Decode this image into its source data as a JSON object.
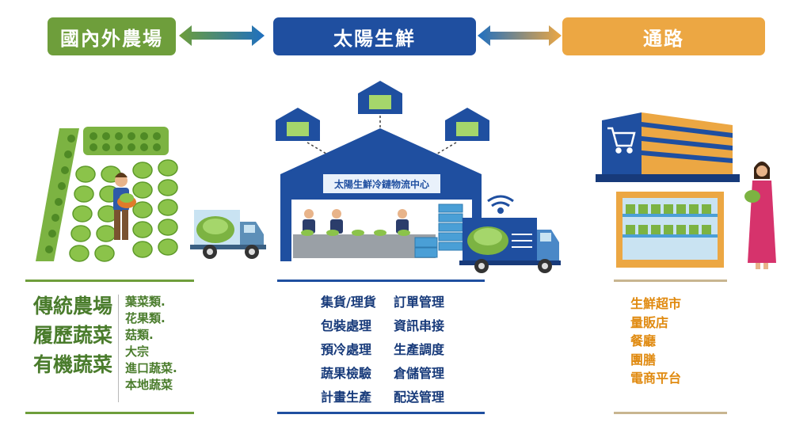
{
  "colors": {
    "green": "#6e9e3b",
    "blue": "#1f4fa0",
    "orange": "#eca743",
    "dark_green": "#4a7c2c",
    "navy": "#173a7a",
    "text_orange": "#e08a10"
  },
  "headers": {
    "farm": "國內外農場",
    "center": "太陽生鮮",
    "channel": "通路"
  },
  "warehouse_sign": "太陽生鮮冷鏈物流中心",
  "farm_list": {
    "main": [
      "傳統農場",
      "履歷蔬菜",
      "有機蔬菜"
    ],
    "sub": [
      "葉菜類.",
      "花果類.",
      "菇類.",
      "大宗",
      "進口蔬菜.",
      "本地蔬菜"
    ]
  },
  "center_list": {
    "col1": [
      "集貨/理貨",
      "包裝處理",
      "預冷處理",
      "蔬果檢驗",
      "計畫生產"
    ],
    "col2": [
      "訂單管理",
      "資訊串接",
      "生產調度",
      "倉儲管理",
      "配送管理"
    ]
  },
  "channel_list": [
    "生鮮超市",
    "量販店",
    "餐廳",
    "團膳",
    "電商平台"
  ],
  "icons": [
    "double-arrow-icon",
    "truck-icon",
    "wifi-icon",
    "shopping-cart-icon",
    "lettuce-icon"
  ]
}
